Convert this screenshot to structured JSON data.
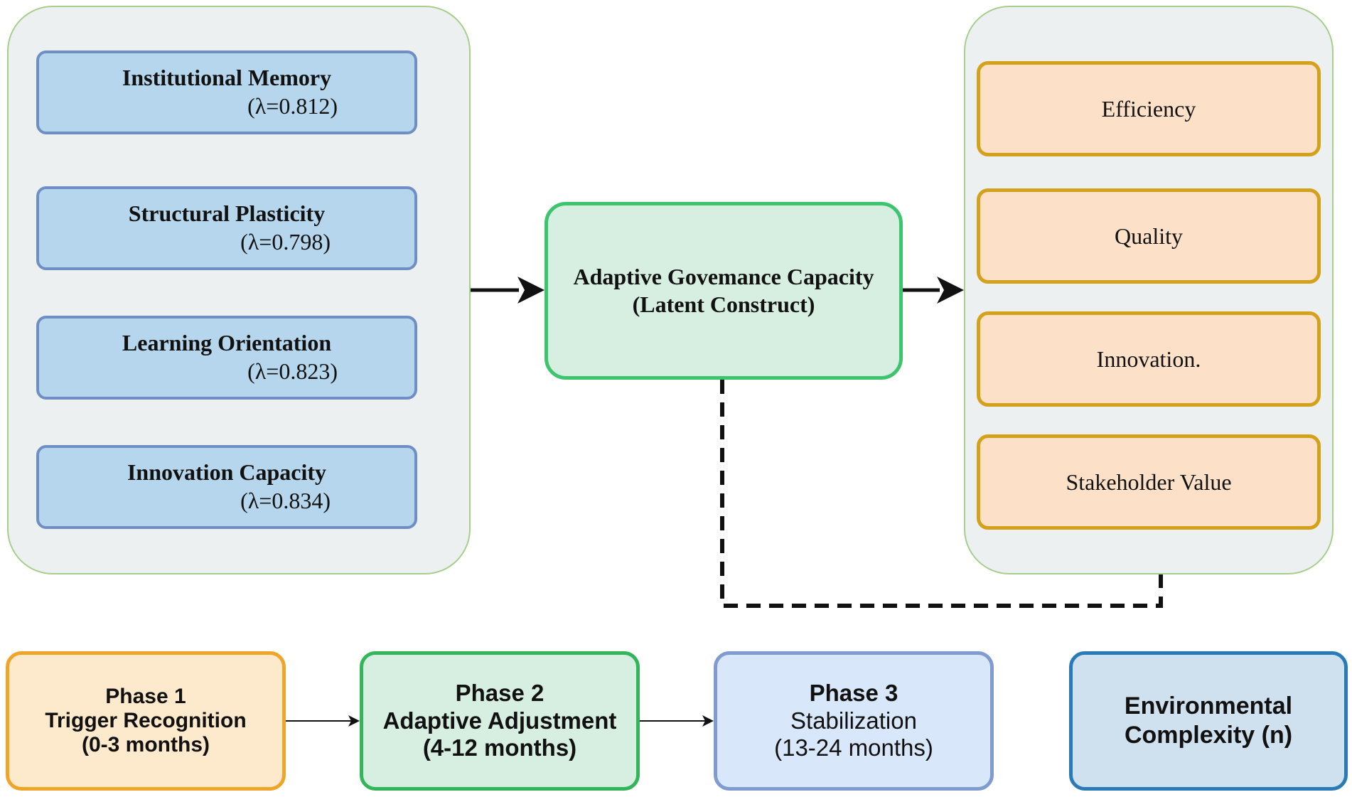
{
  "indicators": [
    {
      "name": "Institutional Memory",
      "loading": "(λ=0.812)"
    },
    {
      "name": "Structural Plasticity",
      "loading": "(λ=0.798)"
    },
    {
      "name": "Learning Orientation",
      "loading": "(λ=0.823)"
    },
    {
      "name": "Innovation Capacity",
      "loading": "(λ=0.834)"
    }
  ],
  "construct": {
    "line1": "Adaptive Govemance Capacity",
    "line2": "(Latent Construct)"
  },
  "outcomes": [
    "Efficiency",
    "Quality",
    "Innovation.",
    "Stakeholder Value"
  ],
  "phases": [
    {
      "line1": "Phase 1",
      "line2": "Trigger Recognition",
      "line3": "(0-3 months)"
    },
    {
      "line1": "Phase 2",
      "line2": "Adaptive Adjustment",
      "line3": "(4-12 months)"
    },
    {
      "line1": "Phase 3",
      "line2": "Stabilization",
      "line3": "(13-24 months)"
    }
  ],
  "environment": {
    "line1": "Environmental",
    "line2": "Complexity (n)"
  },
  "colors": {
    "indicator_fill": "#b5d6ec",
    "indicator_border": "#6f8fc4",
    "outcome_fill": "#fde0c8",
    "outcome_border": "#d4a11a",
    "construct_fill": "#d6efe1",
    "construct_border": "#3dc46e",
    "group_fill": "#edf0f1",
    "group_border": "#a5cf8a"
  }
}
